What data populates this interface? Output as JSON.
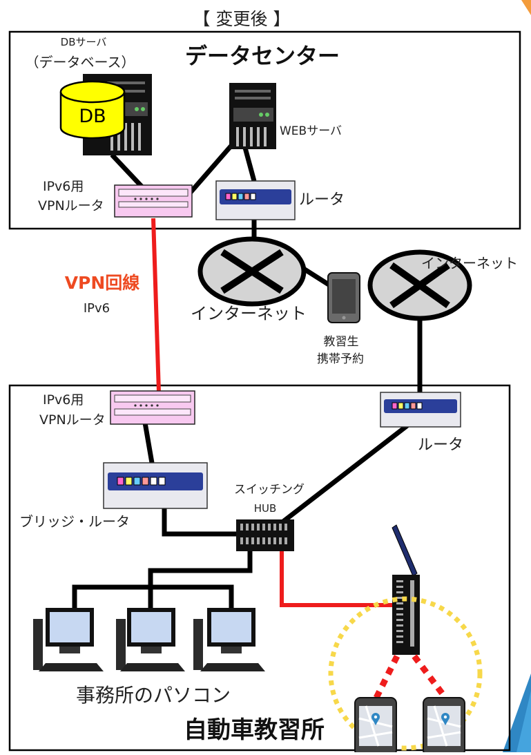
{
  "title": "【 変更後 】",
  "datacenter": {
    "label": "データセンター",
    "db_server_line1": "DBサーバ",
    "db_server_line2": "（データベース）",
    "db_cylinder": "DB",
    "web_server": "WEBサーバ",
    "vpn_router_line1": "IPv6用",
    "vpn_router_line2": "VPNルータ",
    "router": "ルータ"
  },
  "link": {
    "vpn_line": "VPN回線",
    "vpn_protocol": "IPv6"
  },
  "internet_center": "インターネット",
  "internet_right": "インターネット",
  "student_reservation_line1": "教習生",
  "student_reservation_line2": "携帯予約",
  "school": {
    "label": "自動車教習所",
    "vpn_router_line1": "IPv6用",
    "vpn_router_line2": "VPNルータ",
    "router": "ルータ",
    "bridge_router": "ブリッジ・ルータ",
    "switching_hub_line1": "スイッチング",
    "switching_hub_line2": "HUB",
    "office_pcs": "事務所のパソコン"
  },
  "colors": {
    "vpn_line": "#ee1c1c",
    "vpn_text": "#ee4a21",
    "db_yellow": "#ffff00",
    "wifi_ring": "#f7d84a",
    "vpn_router": "#f8c9f0",
    "accent_blue": "#2f87c4"
  }
}
